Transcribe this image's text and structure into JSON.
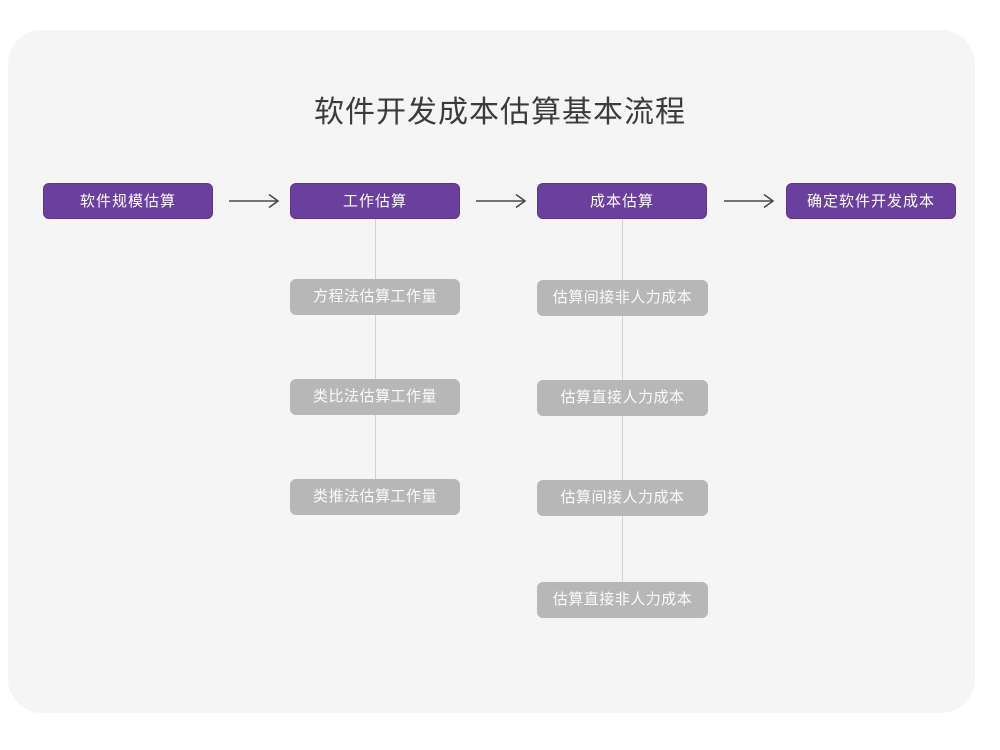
{
  "page": {
    "title": "软件开发成本估算基本流程",
    "background_color": "#ffffff",
    "card_color": "#f5f5f5"
  },
  "colors": {
    "primary": "#6b3f9e",
    "primary_border": "#5d3589",
    "secondary": "#b7b7b7",
    "title_text": "#3b3b3b",
    "node_text": "#ffffff",
    "connector": "#d2d2d2",
    "arrow": "#4a4a4a"
  },
  "flow": {
    "main_steps": [
      {
        "label": "软件规模估算"
      },
      {
        "label": "工作估算"
      },
      {
        "label": "成本估算"
      },
      {
        "label": "确定软件开发成本"
      }
    ],
    "arrows": [
      {
        "name": "arrow-1",
        "glyph": "→"
      },
      {
        "name": "arrow-2",
        "glyph": "→"
      },
      {
        "name": "arrow-3",
        "glyph": "→"
      }
    ],
    "branches": [
      {
        "parent": "工作估算",
        "items": [
          {
            "label": "方程法估算工作量"
          },
          {
            "label": "类比法估算工作量"
          },
          {
            "label": "类推法估算工作量"
          }
        ]
      },
      {
        "parent": "成本估算",
        "items": [
          {
            "label": "估算间接非人力成本"
          },
          {
            "label": "估算直接人力成本"
          },
          {
            "label": "估算间接人力成本"
          },
          {
            "label": "估算直接非人力成本"
          }
        ]
      }
    ]
  }
}
